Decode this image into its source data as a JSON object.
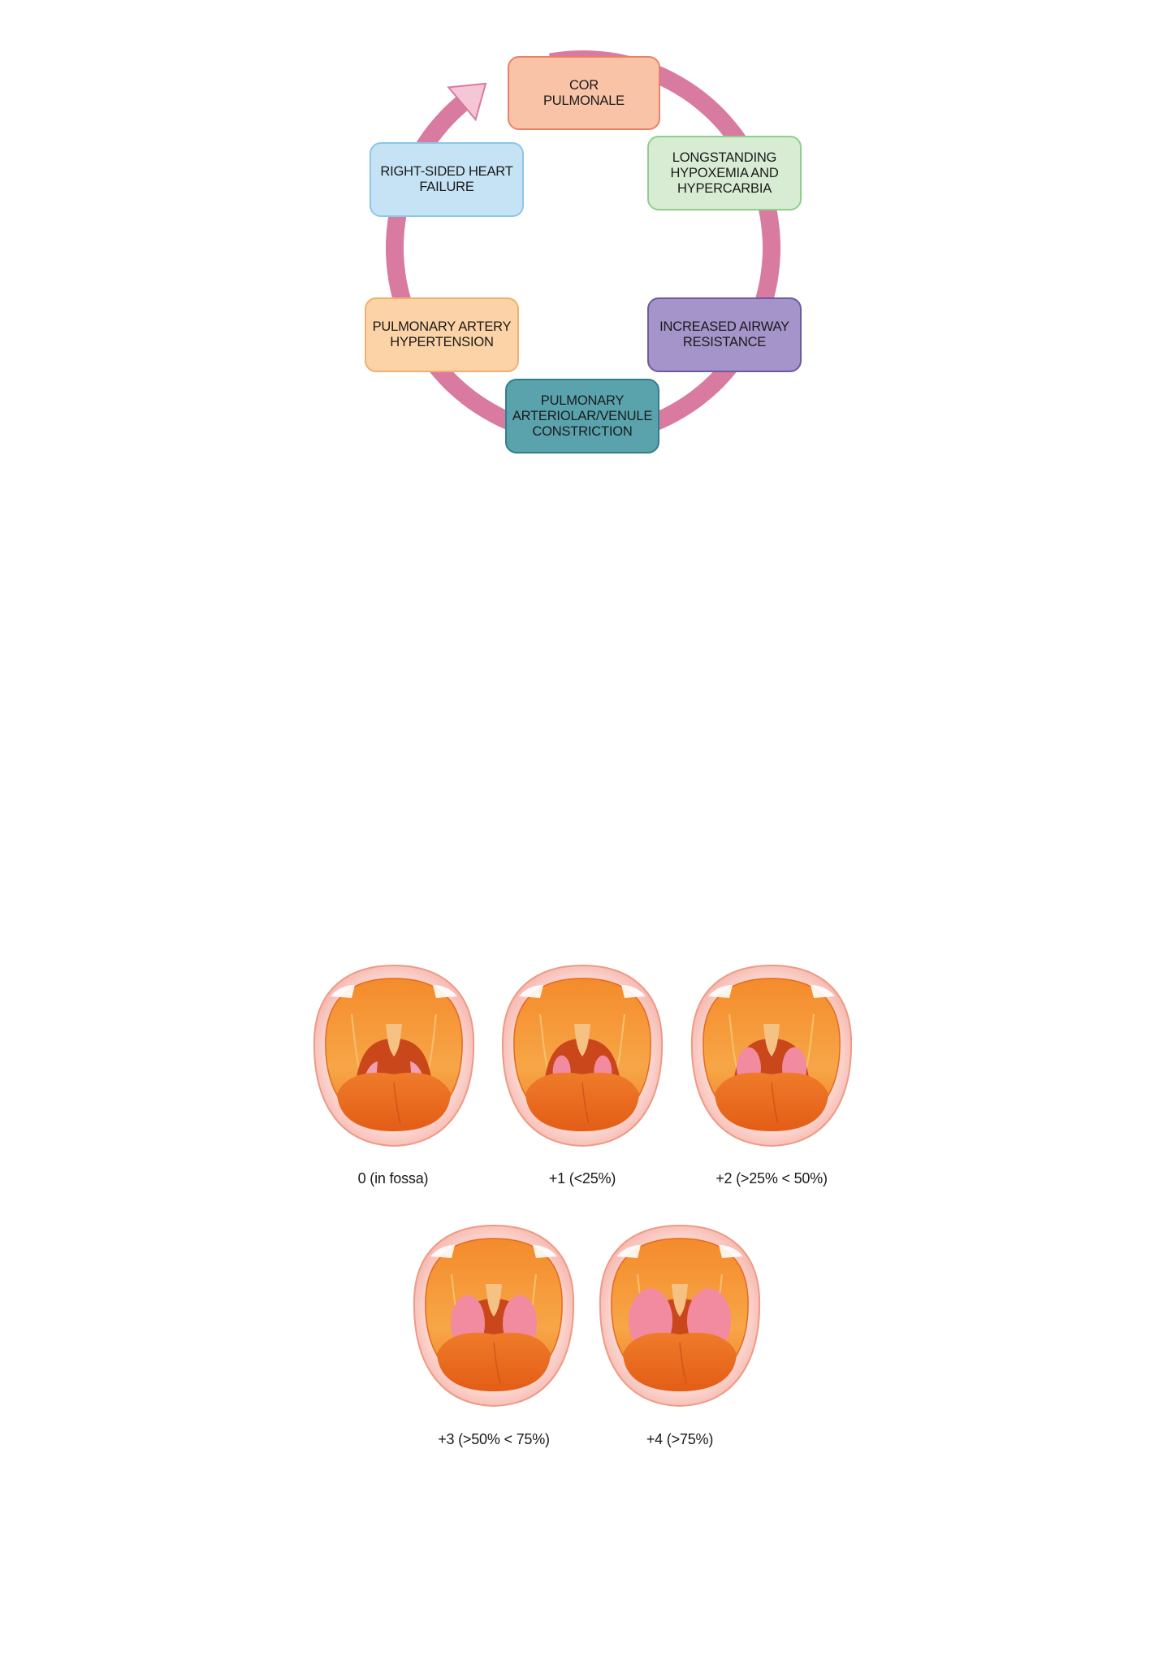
{
  "cycle": {
    "nodes": [
      {
        "id": "cor",
        "label": "COR\nPULMONALE",
        "fill": "#f9c3a8",
        "stroke": "#e8836a"
      },
      {
        "id": "hypox",
        "label": "LONGSTANDING\nHYPOXEMIA AND\nHYPERCARBIA",
        "fill": "#d8ecd4",
        "stroke": "#8fcf8c"
      },
      {
        "id": "airway",
        "label": "INCREASED AIRWAY\nRESISTANCE",
        "fill": "#a594c9",
        "stroke": "#6c5aa3"
      },
      {
        "id": "constrict",
        "label": "PULMONARY\nARTERIOLAR/VENULE\nCONSTRICTION",
        "fill": "#5aa3ad",
        "stroke": "#2f7f8a"
      },
      {
        "id": "pah",
        "label": "PULMONARY ARTERY\nHYPERTENSION",
        "fill": "#fbd3a6",
        "stroke": "#f0b06f"
      },
      {
        "id": "rhf",
        "label": "RIGHT-SIDED HEART\nFAILURE",
        "fill": "#c5e3f5",
        "stroke": "#8cc6e8"
      }
    ],
    "arrow_color": "#f5c6d6",
    "arrow_stroke": "#d97aa0"
  },
  "tonsils": {
    "grades": [
      {
        "label": "0 (in fossa)",
        "size": 0
      },
      {
        "label": "+1 (<25%)",
        "size": 1
      },
      {
        "label": "+2 (>25% < 50%)",
        "size": 2
      },
      {
        "label": "+3 (>50% < 75%)",
        "size": 3
      },
      {
        "label": "+4 (>75%)",
        "size": 4
      }
    ]
  }
}
